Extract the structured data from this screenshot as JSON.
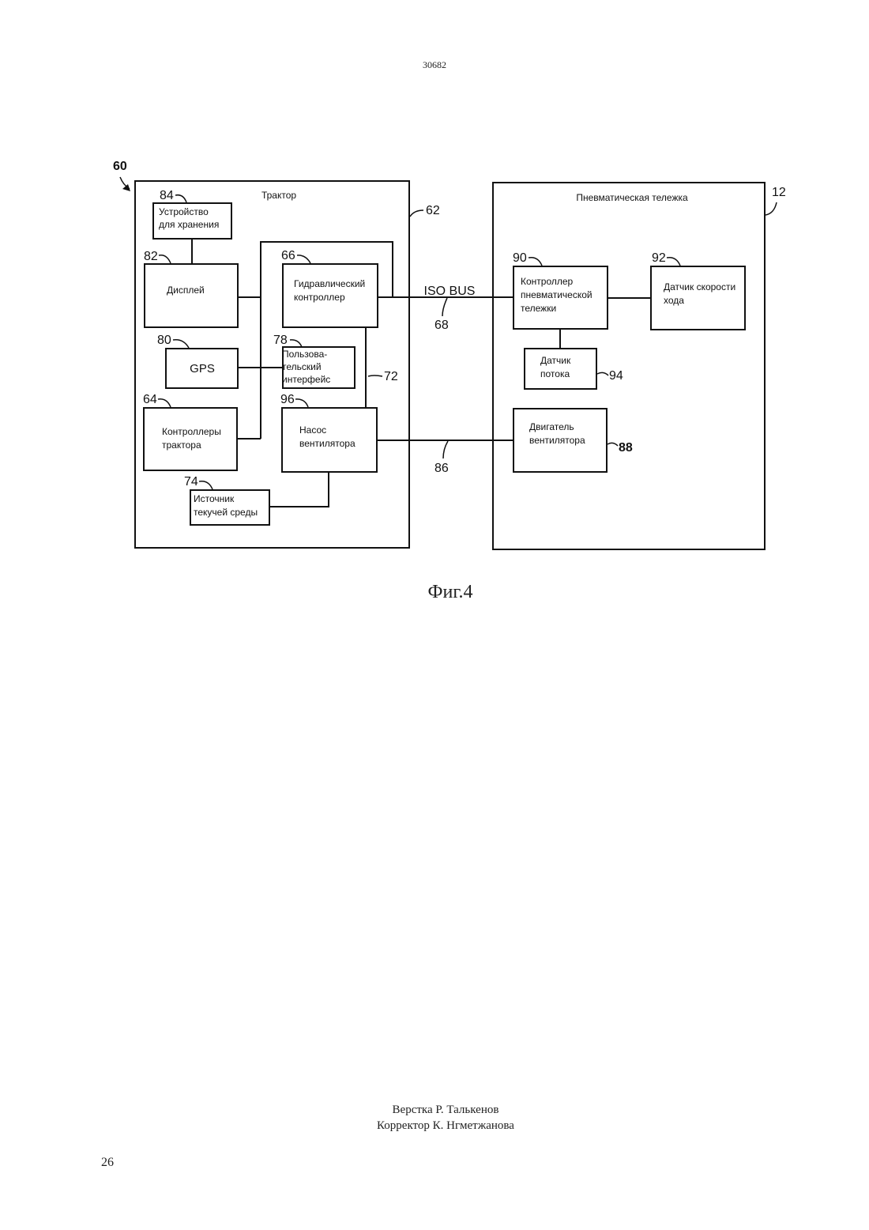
{
  "header": {
    "doc_number": "30682"
  },
  "figure": {
    "ref_overall": "60",
    "tractor": {
      "title": "Трактор",
      "ref": "62",
      "blocks": {
        "storage": {
          "ref": "84",
          "line1": "Устройство",
          "line2": "для хранения"
        },
        "display": {
          "ref": "82",
          "line1": "Дисплей"
        },
        "gps": {
          "ref": "80",
          "line1": "GPS"
        },
        "tractor_controllers": {
          "ref": "64",
          "line1": "Контроллеры",
          "line2": "трактора"
        },
        "hydraulic_controller": {
          "ref": "66",
          "line1": "Гидравлический",
          "line2": "контроллер"
        },
        "user_interface": {
          "ref": "78",
          "line1": "Пользова-",
          "line2": "тельский",
          "line3": "интерфейс"
        },
        "fan_pump": {
          "ref": "96",
          "line1": "Насос",
          "line2": "вентилятора"
        },
        "fluid_source": {
          "ref": "74",
          "line1": "Источник",
          "line2": "текучей среды"
        }
      },
      "bus_ref": "72"
    },
    "air_cart": {
      "title": "Пневматическая тележка",
      "ref": "12",
      "blocks": {
        "cart_controller": {
          "ref": "90",
          "line1": "Контроллер",
          "line2": "пневматической",
          "line3": "тележки"
        },
        "ground_speed_sensor": {
          "ref": "92",
          "line1": "Датчик скорости",
          "line2": "хода"
        },
        "flow_sensor": {
          "ref": "94",
          "line1": "Датчик",
          "line2": "потока"
        },
        "fan_motor": {
          "ref": "88",
          "line1": "Двигатель",
          "line2": "вентилятора"
        }
      }
    },
    "iso_bus_label": "ISO BUS",
    "iso_bus_ref": "68",
    "hydraulic_line_ref": "86"
  },
  "caption": "Фиг.4",
  "credits": {
    "layout": "Верстка Р. Талькенов",
    "corrector": "Корректор К. Нгметжанова"
  },
  "page_number": "26"
}
